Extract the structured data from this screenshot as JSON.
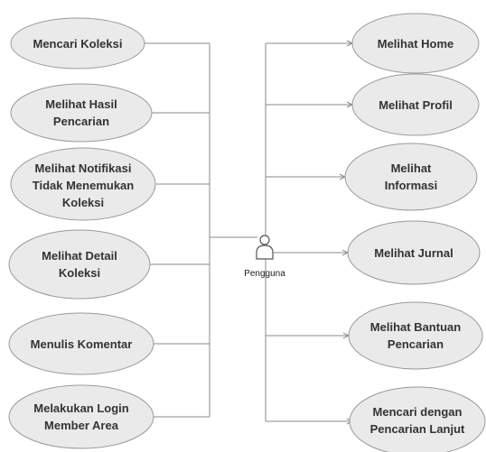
{
  "actor": {
    "name": "Pengguna",
    "icon": "user-actor-icon"
  },
  "left_use_cases": [
    {
      "lines": [
        "Mencari Koleksi"
      ]
    },
    {
      "lines": [
        "Melihat Hasil",
        "Pencarian"
      ]
    },
    {
      "lines": [
        "Melihat Notifikasi",
        "Tidak Menemukan",
        "Koleksi"
      ]
    },
    {
      "lines": [
        "Melihat Detail",
        "Koleksi"
      ]
    },
    {
      "lines": [
        "Menulis Komentar"
      ]
    },
    {
      "lines": [
        "Melakukan Login",
        "Member Area"
      ]
    }
  ],
  "right_use_cases": [
    {
      "lines": [
        "Melihat Home"
      ]
    },
    {
      "lines": [
        "Melihat Profil"
      ]
    },
    {
      "lines": [
        "Melihat",
        "Informasi"
      ]
    },
    {
      "lines": [
        "Melihat Jurnal"
      ]
    },
    {
      "lines": [
        "Melihat Bantuan",
        "Pencarian"
      ]
    },
    {
      "lines": [
        "Mencari dengan",
        "Pencarian Lanjut"
      ]
    }
  ],
  "colors": {
    "ellipse_fill": "#eaeaea",
    "ellipse_stroke": "#9a9a9a",
    "line": "#8a8a8a",
    "text": "#333333"
  }
}
